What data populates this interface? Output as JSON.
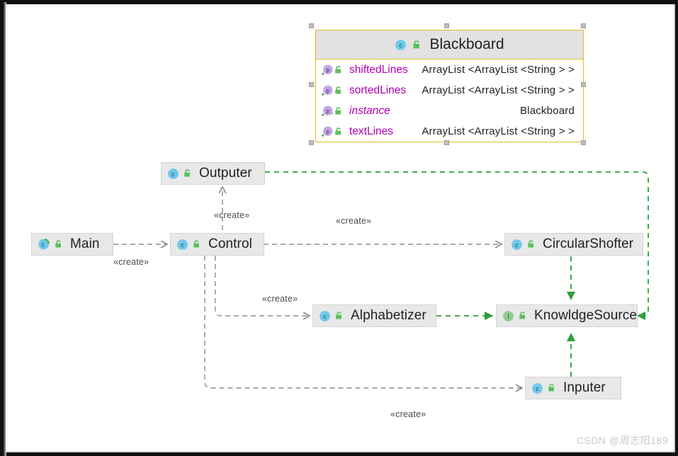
{
  "diagram": {
    "title": "Blackboard architecture UML class diagram",
    "stereotype_label": "«create»",
    "colors": {
      "selection_border": "#e8b923",
      "node_fill": "#e8e8e8",
      "dependency_line": "#8a8a8a",
      "realization_line": "#2e9e3e",
      "field_name": "#b000b0",
      "class_icon": "#6fc9e8",
      "interface_icon": "#79c776",
      "lock_icon": "#5cbf5c",
      "property_icon": "#b39ddb"
    }
  },
  "blackboard": {
    "name": "Blackboard",
    "icon": "class-icon",
    "visibility_icon": "unlocked-icon",
    "selected": true,
    "fields": [
      {
        "icon": "property-icon",
        "visibility_icon": "unlocked-icon",
        "name": "shiftedLines",
        "type": "ArrayList <ArrayList <String > >",
        "static": false
      },
      {
        "icon": "property-icon",
        "visibility_icon": "unlocked-icon",
        "name": "sortedLines",
        "type": "ArrayList <ArrayList <String > >",
        "static": false
      },
      {
        "icon": "property-static-icon",
        "visibility_icon": "unlocked-icon",
        "name": "instance",
        "type": "Blackboard",
        "static": true
      },
      {
        "icon": "property-icon",
        "visibility_icon": "unlocked-icon",
        "name": "textLines",
        "type": "ArrayList <ArrayList <String > >",
        "static": false
      }
    ]
  },
  "nodes": [
    {
      "id": "main",
      "name": "Main",
      "icon": "runnable-class-icon",
      "visibility_icon": "unlocked-icon"
    },
    {
      "id": "control",
      "name": "Control",
      "icon": "class-icon",
      "visibility_icon": "unlocked-icon"
    },
    {
      "id": "outputer",
      "name": "Outputer",
      "icon": "class-icon",
      "visibility_icon": "unlocked-icon"
    },
    {
      "id": "circular",
      "name": "CircularShofter",
      "icon": "class-icon",
      "visibility_icon": "unlocked-icon"
    },
    {
      "id": "alphabetizer",
      "name": "Alphabetizer",
      "icon": "class-icon",
      "visibility_icon": "unlocked-icon"
    },
    {
      "id": "knowledge",
      "name": "KnowldgeSource",
      "icon": "interface-icon",
      "visibility_icon": "unlocked-icon"
    },
    {
      "id": "inputer",
      "name": "Inputer",
      "icon": "class-icon",
      "visibility_icon": "unlocked-icon"
    }
  ],
  "edge_labels": {
    "main_control": "«create»",
    "control_outputer": "«create»",
    "control_circular": "«create»",
    "control_alphabetizer": "«create»",
    "control_inputer": "«create»"
  },
  "watermark": "CSDN @周志阳189"
}
